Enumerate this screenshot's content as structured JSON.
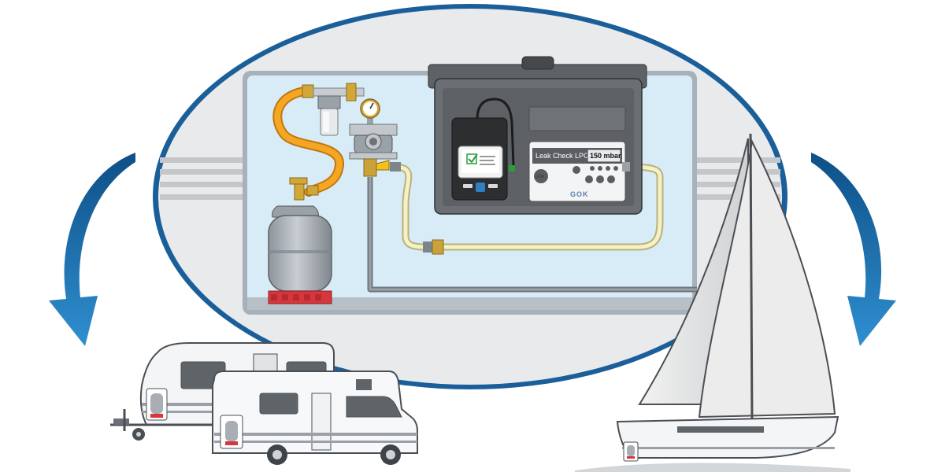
{
  "device": {
    "model_label": "Leak Check LPG PRO",
    "pressure_display": "150 mbar",
    "brand": "GOK"
  },
  "colors": {
    "ellipse_border": "#1b5f9a",
    "ellipse_fill": "#e9eaec",
    "panel_fill": "#d8ecf7",
    "arrow_blue": "#1a6bb0",
    "orange_hose": "#f0a020",
    "yellow_hose": "#f3eebd",
    "cylinder_grey": "#a8aeb4",
    "cylinder_base": "#d7373c",
    "case_dark": "#5e6165",
    "check_green": "#2a9d3c"
  },
  "icons": {
    "left_arrow": "curved-arrow-down-left",
    "right_arrow": "curved-arrow-down-right"
  }
}
